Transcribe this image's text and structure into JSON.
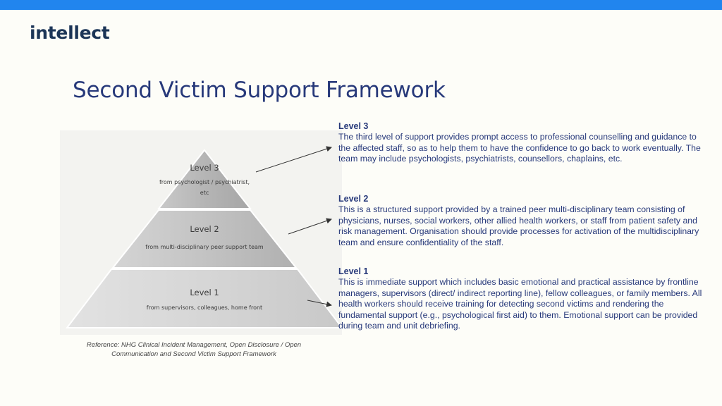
{
  "header": {
    "logo": "intellect",
    "accent_color": "#2185ee"
  },
  "title": "Second Victim Support Framework",
  "pyramid": {
    "levels": [
      {
        "name": "Level 3",
        "line1": "from psychologist / psychiatrist,",
        "line2": "etc"
      },
      {
        "name": "Level 2",
        "line1": "from multi-disciplinary peer support team",
        "line2": ""
      },
      {
        "name": "Level 1",
        "line1": "from supervisors, colleagues, home front",
        "line2": ""
      }
    ],
    "reference": "Reference: NHG Clinical Incident Management, Open Disclosure / Open Communication and Second Victim Support Framework"
  },
  "descriptions": [
    {
      "heading": "Level 3",
      "text": "The third level of support provides prompt access to professional counselling and guidance to the affected staff, so as to help them to have the confidence to go back to work eventually. The team may include psychologists, psychiatrists, counsellors, chaplains, etc."
    },
    {
      "heading": "Level 2",
      "text": "This is a structured support provided by a trained peer multi-disciplinary team consisting of physicians, nurses, social workers, other allied health workers, or staff from patient safety and risk management. Organisation should provide processes for activation of the multidisciplinary team and ensure confidentiality of the staff."
    },
    {
      "heading": "Level 1",
      "text": "This is immediate support which includes basic emotional and practical assistance by frontline managers, supervisors (direct/ indirect reporting line), fellow colleagues, or family members. All health workers should receive training for detecting second victims and rendering the fundamental support (e.g., psychological first aid) to them. Emotional support can be provided during team and unit debriefing."
    }
  ]
}
